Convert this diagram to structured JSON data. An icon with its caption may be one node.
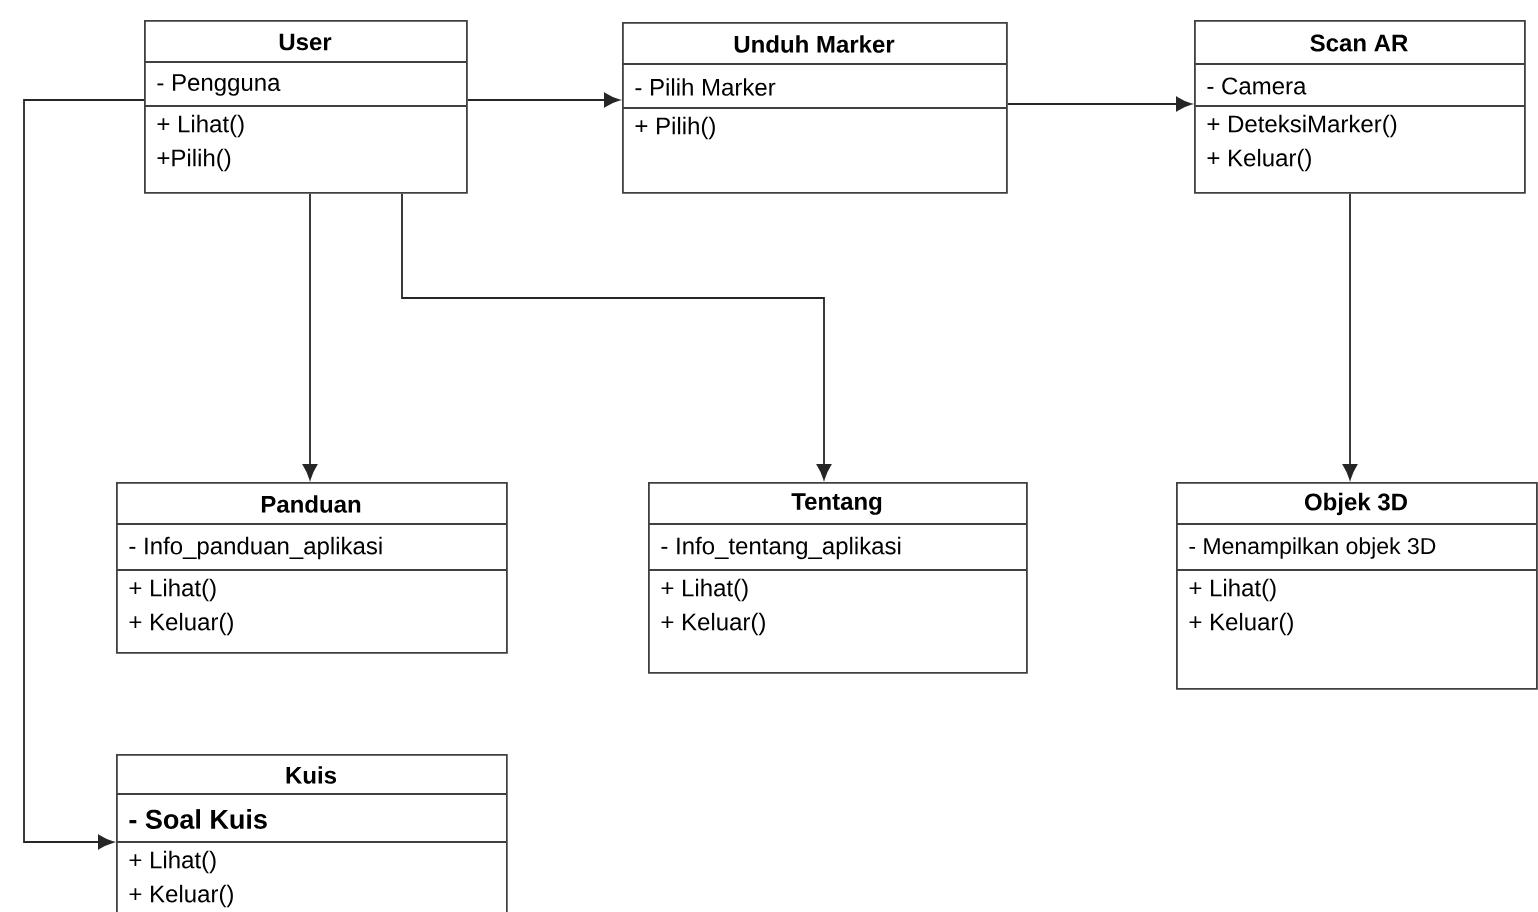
{
  "diagram": {
    "nodes": [
      {
        "text": [
          "User",
          "- Pengguna",
          "+ Lihat()",
          "+Pilih()"
        ]
      },
      {
        "text": [
          "Unduh Marker",
          "- Pilih Marker",
          "+ Pilih()"
        ]
      },
      {
        "text": [
          "Scan AR",
          "- Camera",
          "+ DeteksiMarker()",
          "+ Keluar()"
        ]
      },
      {
        "text": [
          "Panduan",
          "- Info_panduan_aplikasi",
          "+ Lihat()",
          "+ Keluar()"
        ]
      },
      {
        "text": [
          "Tentang",
          "- Info_tentang_aplikasi",
          "+ Lihat()",
          "+ Keluar()"
        ]
      },
      {
        "text": [
          "Objek 3D",
          "- Menampilkan objek 3D",
          "+ Lihat()",
          "+ Keluar()"
        ]
      },
      {
        "text": [
          "Kuis",
          "- Soal Kuis",
          "+ Lihat()",
          "+ Keluar()"
        ]
      }
    ],
    "edges": [
      {
        "from": 0,
        "to": 1,
        "arrow": "to"
      },
      {
        "from": 1,
        "to": 2,
        "arrow": "to"
      },
      {
        "from": 0,
        "to": 3,
        "arrow": "to"
      },
      {
        "from": 0,
        "to": 4,
        "arrow": "to"
      },
      {
        "from": 2,
        "to": 5,
        "arrow": "to"
      },
      {
        "from": 0,
        "to": 6,
        "arrow": "to"
      }
    ]
  }
}
